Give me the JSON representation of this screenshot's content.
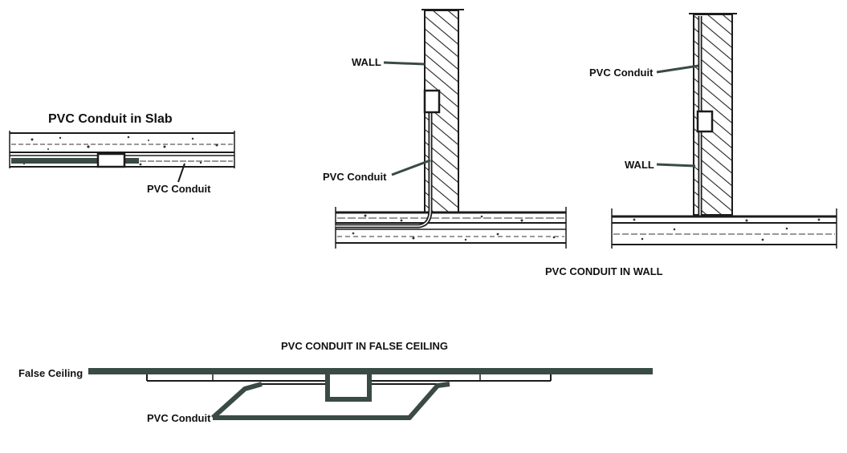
{
  "slab": {
    "title": "PVC Conduit in Slab",
    "conduit_label": "PVC Conduit"
  },
  "wall": {
    "caption": "PVC CONDUIT IN WALL",
    "left": {
      "wall_label": "WALL",
      "conduit_label": "PVC Conduit"
    },
    "right": {
      "conduit_label": "PVC Conduit",
      "wall_label": "WALL"
    }
  },
  "false_ceiling": {
    "caption": "PVC CONDUIT IN FALSE CEILING",
    "ceiling_label": "False Ceiling",
    "conduit_label": "PVC Conduit"
  },
  "colors": {
    "ink": "#1b1b1b",
    "hatch": "#222222",
    "paper": "#ffffff",
    "conduit_fill": "#3a4a44"
  }
}
